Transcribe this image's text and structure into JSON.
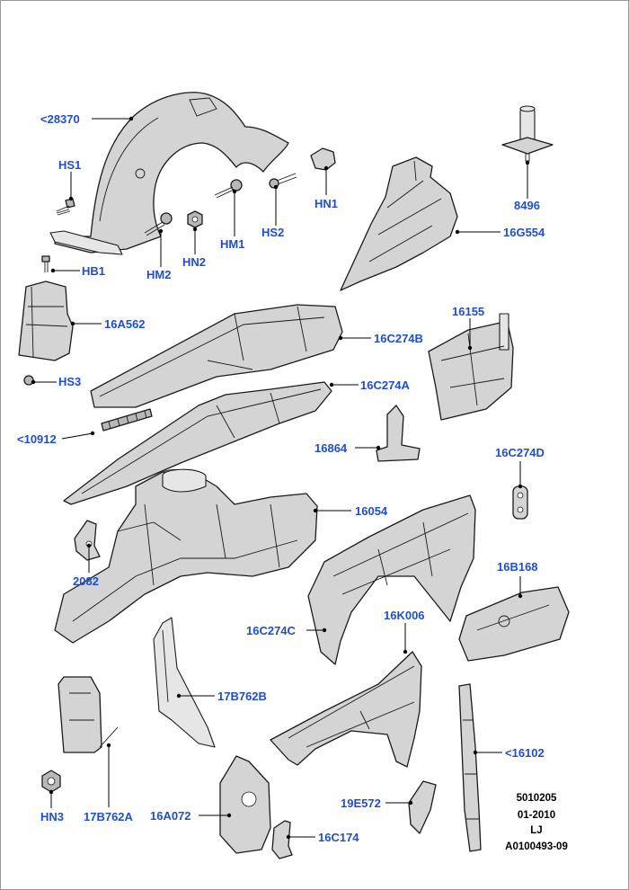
{
  "callouts": {
    "p28370": "<28370",
    "hs1": "HS1",
    "hm1": "HM1",
    "hs2": "HS2",
    "hn1": "HN1",
    "p8496": "8496",
    "hb1": "HB1",
    "hm2": "HM2",
    "hn2": "HN2",
    "p16g554": "16G554",
    "p16a562": "16A562",
    "p16155": "16155",
    "p16c274b": "16C274B",
    "hs3": "HS3",
    "p16c274a": "16C274A",
    "p10912": "<10912",
    "p16864": "16864",
    "p16c274d": "16C274D",
    "p16054": "16054",
    "p2082": "2082",
    "p16b168": "16B168",
    "p16k006": "16K006",
    "p16c274c": "16C274C",
    "p17b762b": "17B762B",
    "p16102": "<16102",
    "hn3": "HN3",
    "p17b762a": "17B762A",
    "p16a072": "16A072",
    "p19e572": "19E572",
    "p16c174": "16C174"
  },
  "reference_block": {
    "line1": "5010205",
    "line2": "01-2010",
    "line3": "LJ",
    "line4": "A0100493-09"
  },
  "colors": {
    "callout_text": "#1f4fd0",
    "part_fill": "#d4d4d4",
    "outline": "#1a1a1a"
  }
}
